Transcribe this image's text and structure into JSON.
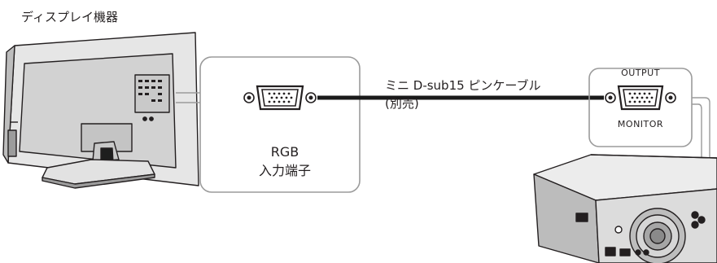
{
  "labels": {
    "display": "ディスプレイ機器",
    "cable_line1": "ミニ D-sub15 ピンケーブル",
    "cable_line2": "(別売)",
    "rgb": "RGB",
    "input_terminal": "入力端子",
    "output": "OUTPUT",
    "monitor": "MONITOR"
  },
  "colors": {
    "frame": "#9b9b9b",
    "cable": "#1a1a1a",
    "connector": "#231f20",
    "device_body": "#d8d8d8",
    "device_shadow": "#a8a8a8"
  },
  "icons": [
    "tv-display-icon",
    "vga-port-icon",
    "vga-plug-icon",
    "projector-icon"
  ]
}
